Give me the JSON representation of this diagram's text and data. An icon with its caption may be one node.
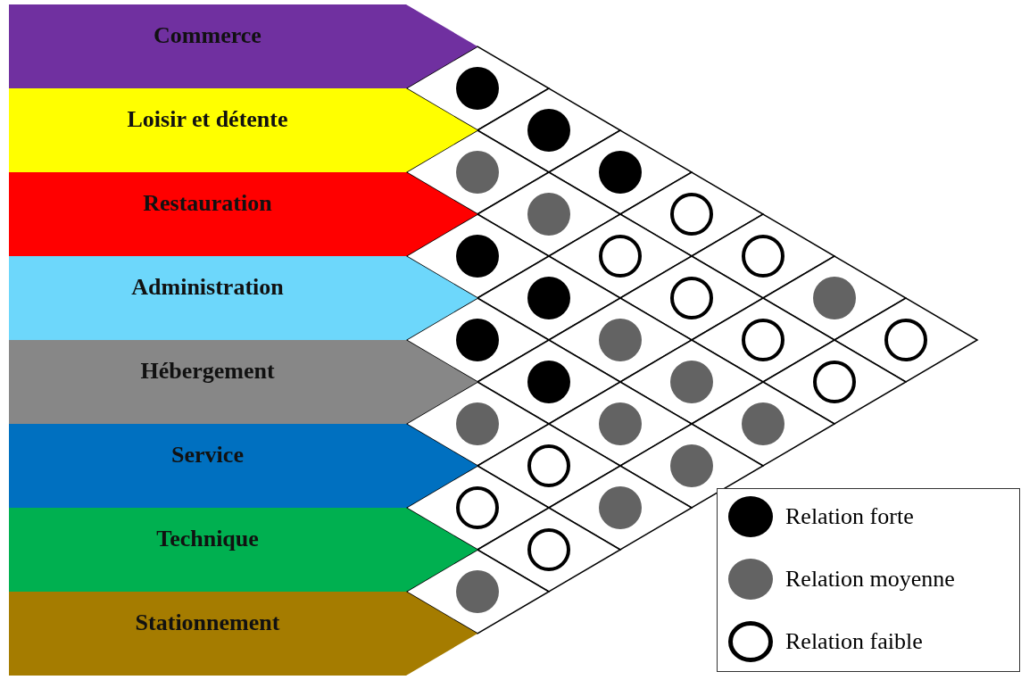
{
  "diagram": {
    "nodes": [
      {
        "text": [
          "Commerce"
        ]
      },
      {
        "text": [
          "Loisir et détente"
        ]
      },
      {
        "text": [
          "Restauration"
        ]
      },
      {
        "text": [
          "Administration"
        ]
      },
      {
        "text": [
          "Hébergement"
        ]
      },
      {
        "text": [
          "Service"
        ]
      },
      {
        "text": [
          "Technique"
        ]
      },
      {
        "text": [
          "Stationnement"
        ]
      },
      {
        "text": [],
        "shape": "disc"
      },
      {
        "text": [],
        "shape": "disc"
      },
      {
        "text": [],
        "shape": "circle"
      },
      {
        "text": [],
        "shape": "disc"
      },
      {
        "text": [],
        "shape": "circle"
      },
      {
        "text": [],
        "shape": "ring"
      },
      {
        "text": [],
        "shape": "disc"
      },
      {
        "text": [],
        "shape": "ring"
      },
      {
        "text": [],
        "shape": "ring"
      },
      {
        "text": [],
        "shape": "disc"
      },
      {
        "text": [],
        "shape": "ring"
      },
      {
        "text": [],
        "shape": "circle"
      },
      {
        "text": [],
        "shape": "disc"
      },
      {
        "text": [],
        "shape": "circle"
      },
      {
        "text": [],
        "shape": "ring"
      },
      {
        "text": [],
        "shape": "ring"
      },
      {
        "text": [],
        "shape": "disc"
      },
      {
        "text": [],
        "shape": "circle"
      },
      {
        "text": [],
        "shape": "ring"
      },
      {
        "text": [],
        "shape": "circle"
      },
      {
        "text": [],
        "shape": "circle"
      },
      {
        "text": [],
        "shape": "circle"
      },
      {
        "text": [],
        "shape": "ring"
      },
      {
        "text": [],
        "shape": "circle"
      },
      {
        "text": [],
        "shape": "ring"
      },
      {
        "text": [],
        "shape": "circle"
      },
      {
        "text": [],
        "shape": "ring"
      },
      {
        "text": [],
        "shape": "circle"
      }
    ],
    "legend": [
      {
        "text": "Relation forte",
        "color": "#000000"
      },
      {
        "text": "Relation moyenne",
        "color": "#636363"
      },
      {
        "text": "Relation faible"
      }
    ]
  }
}
